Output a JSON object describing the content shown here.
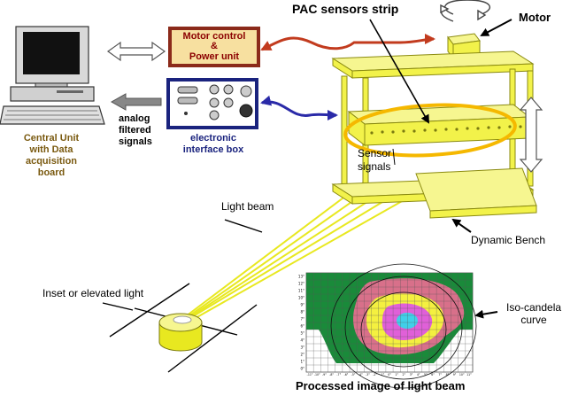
{
  "labels": {
    "pac_sensors_strip": "PAC sensors strip",
    "motor": "Motor",
    "motor_control_line1": "Motor control",
    "motor_control_line2": "&",
    "motor_control_line3": "Power unit",
    "analog_line1": "analog",
    "analog_line2": "filtered",
    "analog_line3": "signals",
    "central_line1": "Central Unit",
    "central_line2": "with Data",
    "central_line3": "acquisition",
    "central_line4": "board",
    "interface_line1": "electronic",
    "interface_line2": "interface box",
    "sensor_line1": "Sensor",
    "sensor_line2": "signals",
    "light_beam": "Light beam",
    "dynamic_bench": "Dynamic Bench",
    "inset_light": "Inset or elevated light",
    "iso_line1": "Iso-candela",
    "iso_line2": "curve",
    "processed_image": "Processed image of light beam"
  },
  "colors": {
    "motor_box_fill": "#f7e0a0",
    "motor_box_border": "#8b2a1a",
    "motor_text": "#8b0000",
    "interface_box_fill": "#dcdcdc",
    "interface_box_border": "#1a237e",
    "interface_text": "#1a237e",
    "central_text": "#7a5a10",
    "bench_fill": "#f2f24a",
    "red_arrow": "#c23b1e",
    "blue_arrow": "#2a2aa8",
    "ellipse": "#f5b800"
  },
  "iso_plot": {
    "y_ticks": [
      "13°",
      "12°",
      "11°",
      "10°",
      "9°",
      "8°",
      "7°",
      "6°",
      "5°",
      "4°",
      "3°",
      "2°",
      "1°",
      "0°"
    ],
    "x_ticks": [
      "-11°",
      "-10°",
      "-9°",
      "-8°",
      "-7°",
      "-6°",
      "-5°",
      "-4°",
      "-3°",
      "-2°",
      "-1°",
      "0°",
      "1°",
      "2°",
      "3°",
      "4°",
      "5°",
      "6°",
      "7°",
      "8°",
      "9°",
      "10°",
      "11°"
    ]
  }
}
